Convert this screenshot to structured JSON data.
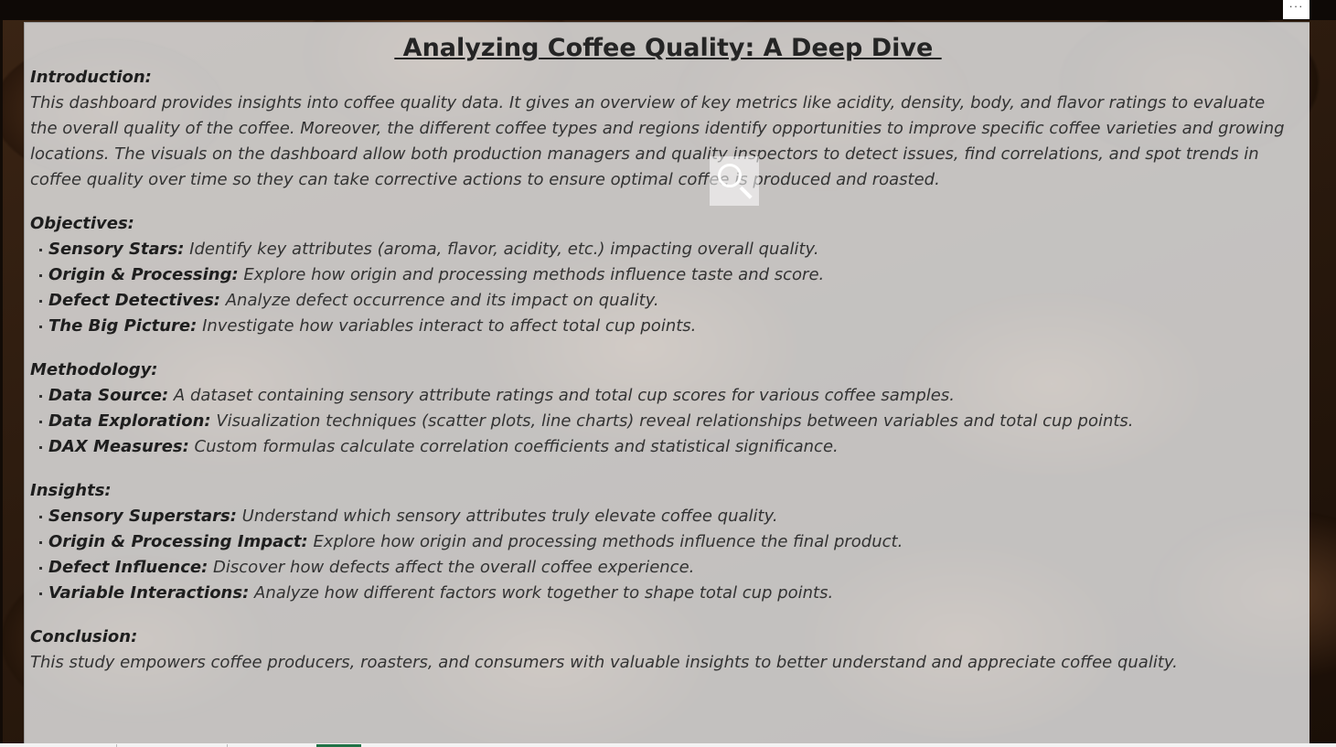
{
  "report": {
    "title": " Analyzing Coffee Quality: A Deep Dive ",
    "more_options_label": "···"
  },
  "introduction": {
    "heading": "Introduction:",
    "text": "This dashboard provides insights into coffee quality data. It gives an overview of key metrics like acidity, density, body, and flavor ratings to evaluate the overall quality of the coffee. Moreover, the different coffee types and regions identify opportunities to improve specific coffee varieties and growing locations. The visuals on the dashboard allow both production managers and quality inspectors to detect issues, find correlations, and spot trends in coffee quality over time so they can take corrective actions to ensure optimal coffee is produced and roasted."
  },
  "objectives": {
    "heading": "Objectives:",
    "items": [
      {
        "label": "Sensory Stars:",
        "text": " Identify key attributes (aroma, flavor, acidity, etc.) impacting overall quality."
      },
      {
        "label": "Origin & Processing:",
        "text": "  Explore how origin and processing methods influence taste and score."
      },
      {
        "label": "Defect Detectives:",
        "text": "  Analyze defect occurrence and its impact on quality."
      },
      {
        "label": "The Big Picture:",
        "text": "  Investigate how variables interact to affect total cup points."
      }
    ]
  },
  "methodology": {
    "heading": "Methodology:",
    "items": [
      {
        "label": "Data Source:",
        "text": " A dataset containing sensory attribute ratings and total cup scores for various coffee samples."
      },
      {
        "label": "Data Exploration:",
        "text": "  Visualization techniques (scatter plots, line charts) reveal relationships between variables and total cup points."
      },
      {
        "label": "DAX Measures:",
        "text": "  Custom formulas calculate correlation coefficients and statistical significance."
      }
    ]
  },
  "insights": {
    "heading": "Insights:",
    "items": [
      {
        "label": "Sensory Superstars:",
        "text": " Understand which sensory attributes truly elevate coffee quality."
      },
      {
        "label": "Origin & Processing Impact:",
        "text": " Explore how origin and processing methods influence the final product."
      },
      {
        "label": "Defect Influence:",
        "text": " Discover how defects affect the overall coffee experience."
      },
      {
        "label": "Variable Interactions:",
        "text": " Analyze how different factors work together to shape total cup points."
      }
    ]
  },
  "conclusion": {
    "heading": "Conclusion:",
    "text": "This study empowers coffee producers, roasters, and consumers with valuable insights to better understand and appreciate coffee quality."
  },
  "icons": {
    "magnifier": "search-icon",
    "more": "more-options-icon"
  }
}
